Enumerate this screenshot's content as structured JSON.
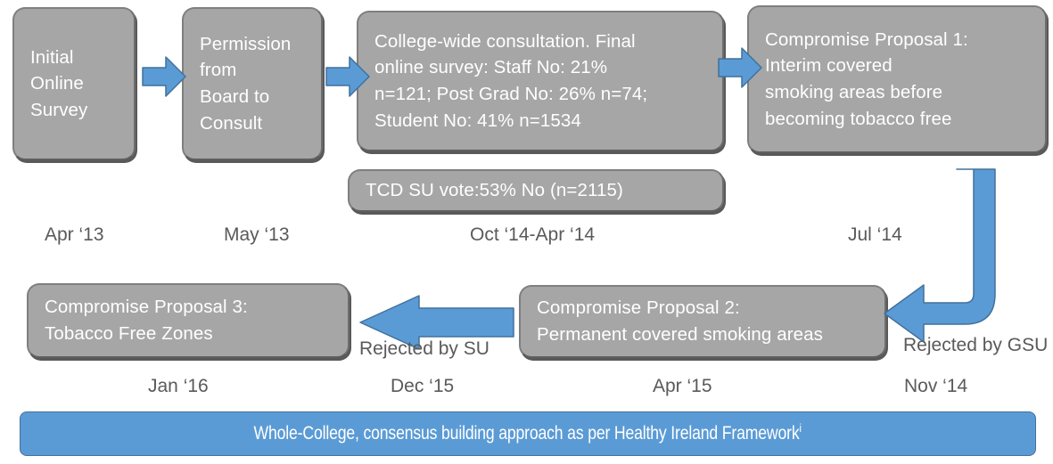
{
  "diagram": {
    "title": "Tobacco free campus consultation timeline",
    "colors": {
      "box_fill": "#a6a6a6",
      "box_border": "#7f7f7f",
      "arrow_fill": "#5b9bd5",
      "arrow_border": "#41719c",
      "banner_fill": "#5b9bd5",
      "label_text": "#5a5a5a",
      "box_text": "#ffffff"
    },
    "nodes": [
      {
        "id": "initial-online-survey",
        "text": "Initial\nOnline\nSurvey",
        "date": "Apr ‘13"
      },
      {
        "id": "permission-from-board",
        "text": "Permission\nfrom\nBoard to\nConsult",
        "date": "May ‘13"
      },
      {
        "id": "college-wide-consultation",
        "text": "College-wide consultation. Final\nonline survey: Staff No: 21%\nn=121; Post Grad No: 26% n=74;\nStudent No: 41% n=1534",
        "date": "Oct ‘14-Apr ‘14"
      },
      {
        "id": "tcd-su-vote",
        "text": "TCD SU vote:53% No (n=2115)"
      },
      {
        "id": "compromise-proposal-1",
        "text": "Compromise Proposal 1:\nInterim covered\nsmoking areas before\nbecoming tobacco free",
        "date": "Jul ‘14"
      },
      {
        "id": "compromise-proposal-2",
        "text": "Compromise Proposal 2:\nPermanent covered smoking areas",
        "date": "Apr ‘15"
      },
      {
        "id": "compromise-proposal-3",
        "text": "Compromise Proposal 3:\nTobacco Free Zones",
        "date": "Jan ‘16"
      }
    ],
    "dates": {
      "apr13": "Apr ‘13",
      "may13": "May ‘13",
      "oct14_apr14": "Oct ‘14-Apr ‘14",
      "jul14": "Jul ‘14",
      "jan16": "Jan ‘16",
      "dec15": "Dec ‘15",
      "apr15": "Apr ‘15",
      "nov14": "Nov ‘14"
    },
    "edge_labels": {
      "rejected_by_su": "Rejected by SU",
      "rejected_by_gsu": "Rejected by GSU"
    },
    "banner": {
      "text": "Whole-College, consensus building approach as per Healthy Ireland Framework",
      "superscript": "i"
    }
  }
}
